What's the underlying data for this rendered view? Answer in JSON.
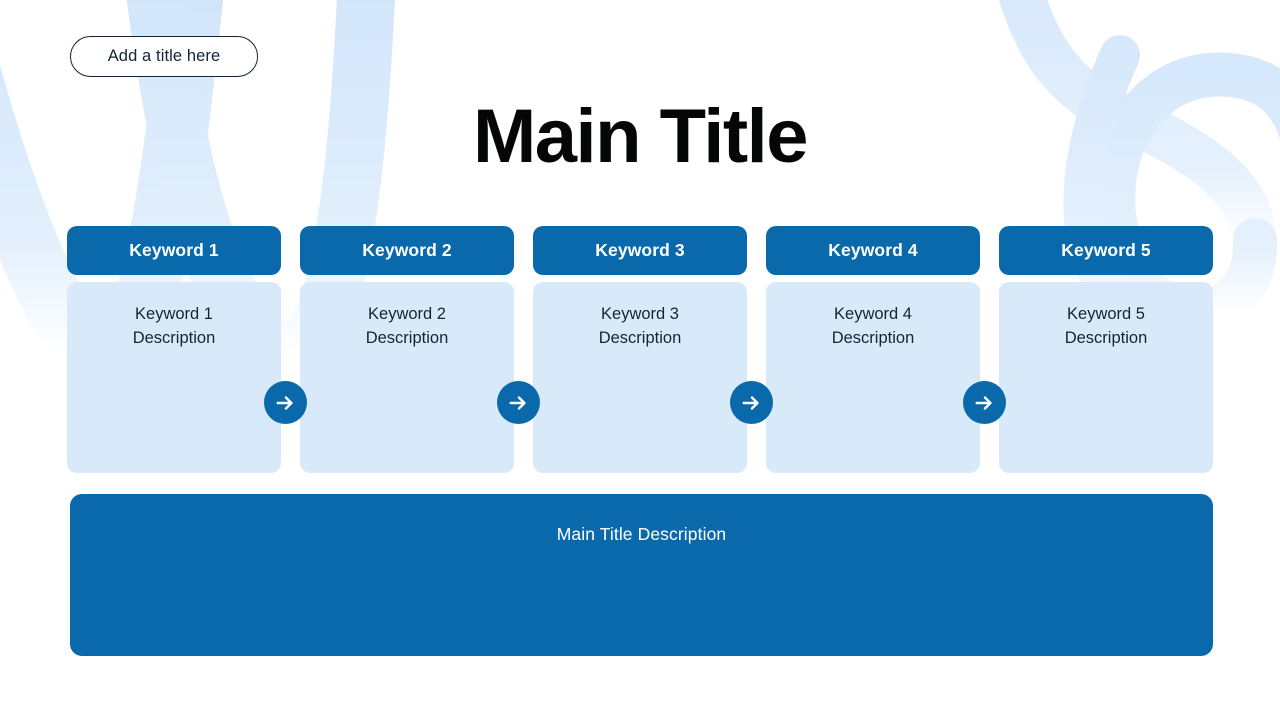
{
  "slide": {
    "pill_label": "Add a title here",
    "main_title": "Main Title",
    "banner_text": "Main Title Description"
  },
  "columns": [
    {
      "keyword": "Keyword 1",
      "description": "Keyword 1\nDescription",
      "arrow_icon": "arrow-right-icon"
    },
    {
      "keyword": "Keyword 2",
      "description": "Keyword 2\nDescription",
      "arrow_icon": "arrow-right-icon"
    },
    {
      "keyword": "Keyword 3",
      "description": "Keyword 3\nDescription",
      "arrow_icon": "arrow-right-icon"
    },
    {
      "keyword": "Keyword 4",
      "description": "Keyword 4\nDescription",
      "arrow_icon": "arrow-right-icon"
    },
    {
      "keyword": "Keyword 5",
      "description": "Keyword 5\nDescription",
      "arrow_icon": ""
    }
  ],
  "colors": {
    "primary_blue": "#0a69ab",
    "card_light_blue": "#d8eafa",
    "decor_blue": "#dbeafb",
    "text_dark": "#16242f",
    "title_black": "#050608",
    "white": "#ffffff"
  }
}
